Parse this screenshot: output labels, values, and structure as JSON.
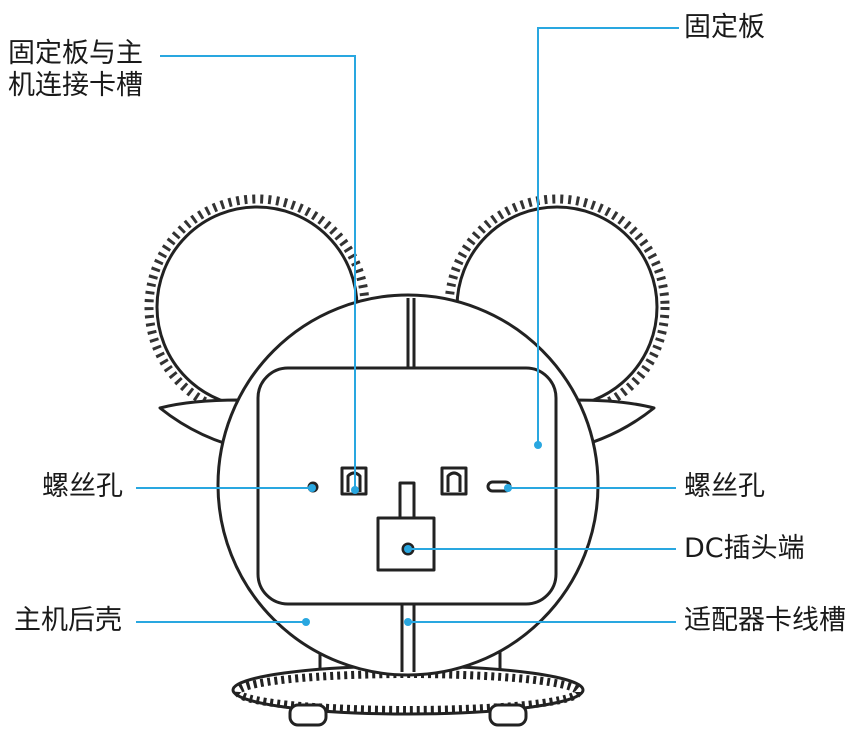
{
  "labels": {
    "mount_slot_line1": "固定板与主",
    "mount_slot_line2": "机连接卡槽",
    "mount_plate": "固定板",
    "screw_hole_left": "螺丝孔",
    "screw_hole_right": "螺丝孔",
    "dc_jack": "DC插头端",
    "rear_shell": "主机后壳",
    "adapter_slot": "适配器卡线槽"
  },
  "colors": {
    "leader": "#29a7e0",
    "outline": "#222222",
    "text": "#1a1a1a"
  }
}
